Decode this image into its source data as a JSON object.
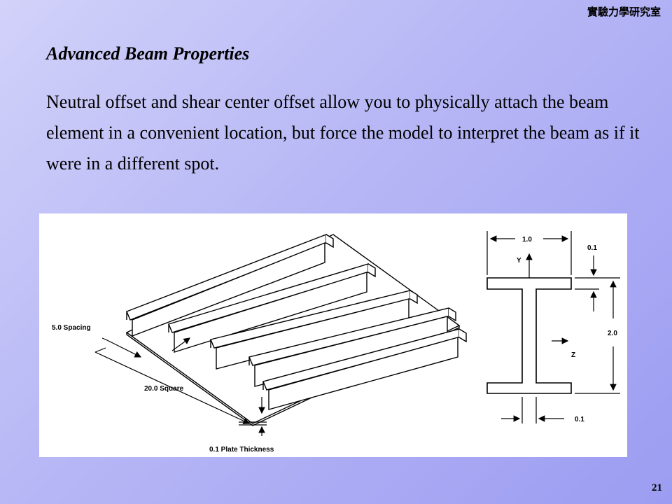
{
  "header": {
    "lab_name": "實驗力學研究室"
  },
  "slide": {
    "title": "Advanced Beam Properties",
    "body": "Neutral offset and shear center offset allow you to physically attach the beam element in a convenient location, but force the model to interpret the beam as if it were in a different spot.",
    "page_number": "21"
  },
  "figure": {
    "spacing_label": "5.0 Spacing",
    "square_label": "20.0 Square",
    "plate_label": "0.1 Plate Thickness",
    "width_label": "1.0",
    "height_label": "2.0",
    "top_flange_label": "0.1",
    "web_label": "0.1",
    "y_axis": "Y",
    "z_axis": "Z"
  }
}
